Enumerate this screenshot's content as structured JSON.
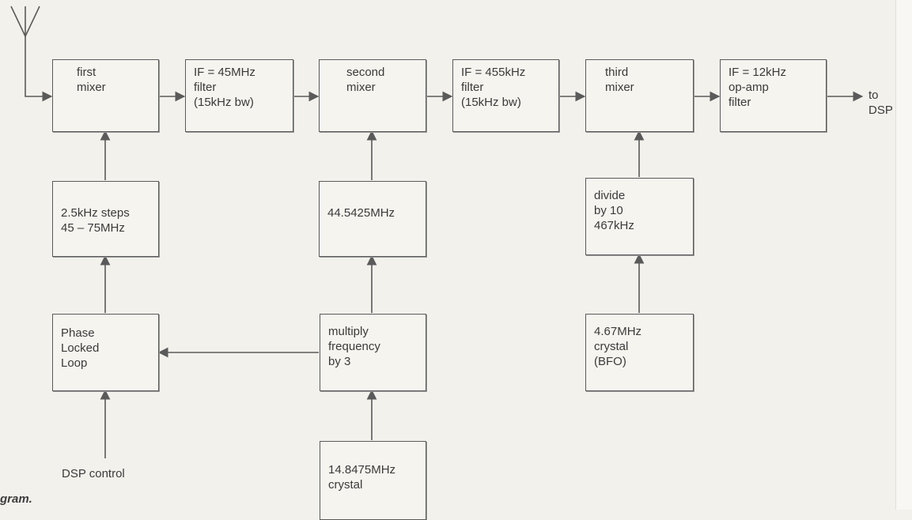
{
  "blocks": {
    "first_mixer": [
      "first",
      "mixer"
    ],
    "if45_filter": [
      "IF = 45MHz",
      "filter",
      "(15kHz bw)"
    ],
    "second_mixer": [
      "second",
      "mixer"
    ],
    "if455_filter": [
      "IF = 455kHz",
      "filter",
      "(15kHz bw)"
    ],
    "third_mixer": [
      "third",
      "mixer"
    ],
    "if12_filter": [
      "IF = 12kHz",
      "op-amp",
      "filter"
    ],
    "synth_steps": [
      "2.5kHz steps",
      "45 – 75MHz"
    ],
    "lo2_freq": [
      "44.5425MHz"
    ],
    "divide": [
      "divide",
      "by 10",
      "467kHz"
    ],
    "pll": [
      "Phase",
      "Locked",
      "Loop"
    ],
    "multiply": [
      "multiply",
      "frequency",
      "by 3"
    ],
    "bfo_crystal": [
      "4.67MHz",
      "crystal",
      "(BFO)"
    ],
    "ref_crystal": [
      "14.8475MHz",
      "crystal"
    ]
  },
  "labels": {
    "output_to": "to",
    "output_dsp": "DSP",
    "dsp_control": "DSP control"
  },
  "caption": "gram.",
  "colors": {
    "ink": "#5a5a5a",
    "text": "#3a3a3a",
    "paper": "#f3f1ec"
  }
}
